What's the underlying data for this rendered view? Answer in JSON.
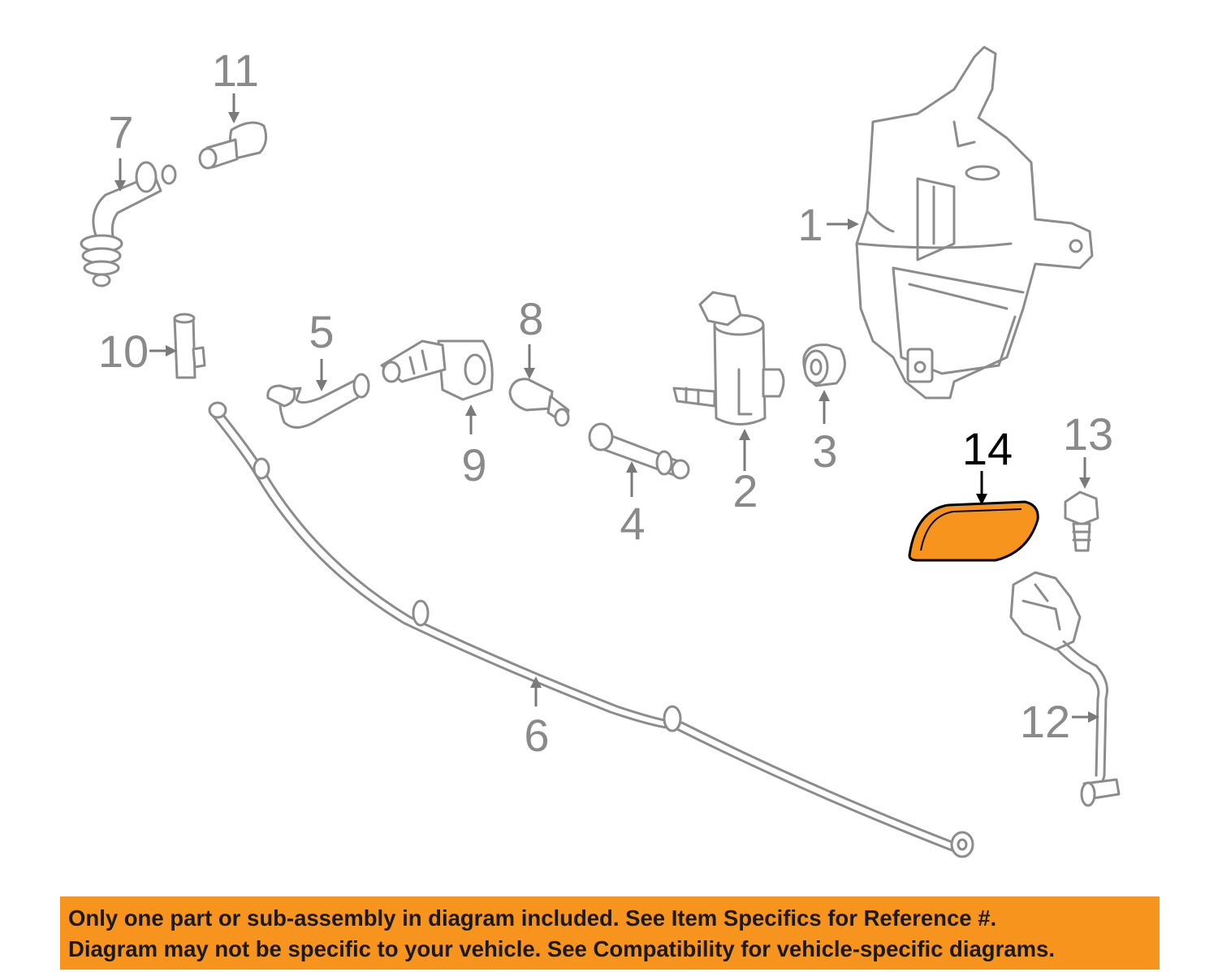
{
  "callouts": [
    "1",
    "2",
    "3",
    "4",
    "5",
    "6",
    "7",
    "8",
    "9",
    "10",
    "11",
    "12",
    "13",
    "14"
  ],
  "highlighted_part": "14",
  "colors": {
    "highlight": "#f7941d",
    "part_stroke": "#8c8c8c",
    "callout_text": "#8a8a8a"
  },
  "disclaimer": {
    "line1": "Only one part or sub-assembly in diagram included. See Item Specifics for Reference #.",
    "line2": "Diagram may not be specific to your vehicle. See Compatibility for vehicle-specific diagrams."
  }
}
